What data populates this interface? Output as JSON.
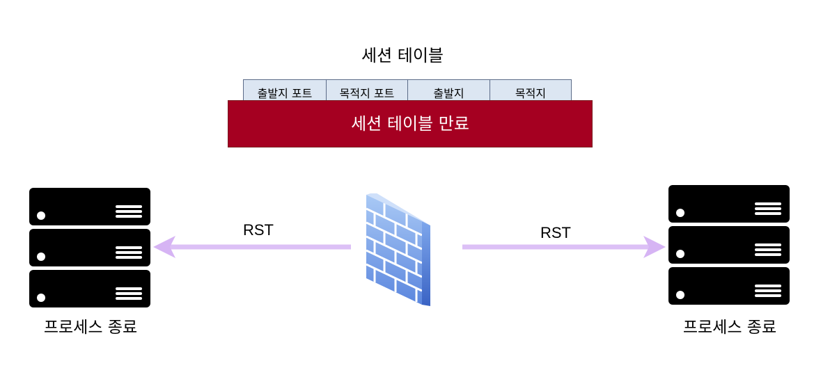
{
  "session_table": {
    "title": "세션 테이블",
    "columns": [
      "출발지 포트",
      "목적지 포트",
      "출발지",
      "목적지"
    ]
  },
  "banner": {
    "label": "세션 테이블 만료",
    "color": "#a50021"
  },
  "left_server": {
    "label": "프로세스 종료",
    "icon": "server-rack-icon"
  },
  "right_server": {
    "label": "프로세스 종료",
    "icon": "server-rack-icon"
  },
  "firewall": {
    "icon": "firewall-icon",
    "color": "#6f9be6"
  },
  "arrows": {
    "left_label": "RST",
    "right_label": "RST",
    "color": "#d9b8f5"
  }
}
